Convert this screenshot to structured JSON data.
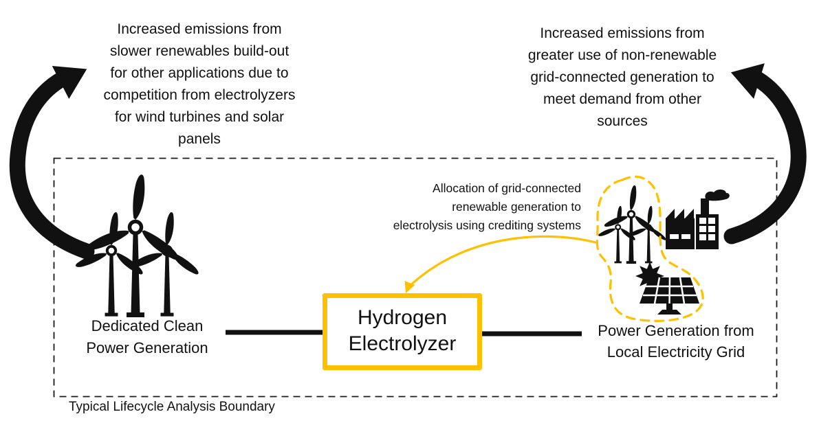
{
  "colors": {
    "accent": "#FFC000",
    "ink": "#111111"
  },
  "captions": {
    "top_left": {
      "lines": [
        "Increased emissions from",
        "slower renewables build-out",
        "for other applications due to",
        "competition from electrolyzers",
        "for wind turbines and solar",
        "panels"
      ]
    },
    "top_right": {
      "lines": [
        "Increased emissions from",
        "greater use of non-renewable",
        "grid-connected generation to",
        "meet demand from other",
        "sources"
      ]
    },
    "allocation": {
      "lines": [
        "Allocation of grid-connected",
        "renewable generation to",
        "electrolysis using crediting systems"
      ]
    },
    "boundary_label": "Typical Lifecycle Analysis Boundary"
  },
  "nodes": {
    "electrolyzer": {
      "lines": [
        "Hydrogen",
        "Electrolyzer"
      ]
    },
    "dedicated_clean": {
      "lines": [
        "Dedicated Clean",
        "Power Generation"
      ]
    },
    "grid_power": {
      "lines": [
        "Power Generation from",
        "Local Electricity Grid"
      ]
    }
  },
  "icons": {
    "left_source": "wind-turbines-icon",
    "grid_source": [
      "wind-turbines-icon",
      "factory-icon",
      "solar-panel-icon"
    ]
  }
}
